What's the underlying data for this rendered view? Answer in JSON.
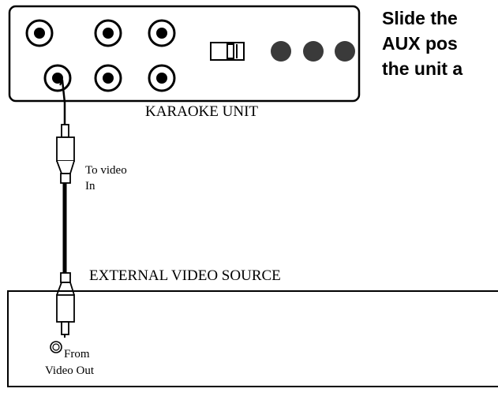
{
  "instruction": {
    "line1": "Slide the",
    "line2": "AUX pos",
    "line3": "the unit a"
  },
  "karaoke_unit": {
    "label": "KARAOKE UNIT"
  },
  "cable": {
    "label_line1": "To video",
    "label_line2": "In"
  },
  "external_source": {
    "label": "EXTERNAL VIDEO SOURCE",
    "jack_label_line1": "From",
    "jack_label_line2": "Video Out"
  }
}
